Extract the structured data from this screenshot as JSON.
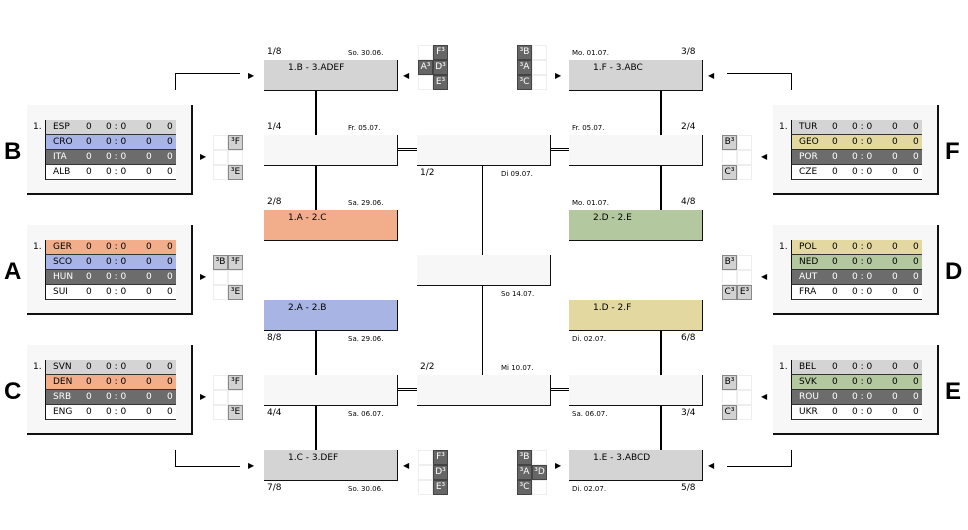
{
  "groups": [
    {
      "letter": "B",
      "rank": "1.",
      "rows": [
        {
          "team": "ESP",
          "pts": "0",
          "goals": "0 : 0",
          "diff": "0",
          "gp": "0",
          "color": "#d4d4d4"
        },
        {
          "team": "CRO",
          "pts": "0",
          "goals": "0 : 0",
          "diff": "0",
          "gp": "0",
          "color": "#a8b4e4"
        },
        {
          "team": "ITA",
          "pts": "0",
          "goals": "0 : 0",
          "diff": "0",
          "gp": "0",
          "color": "#6c6c6c"
        },
        {
          "team": "ALB",
          "pts": "0",
          "goals": "0 : 0",
          "diff": "0",
          "gp": "0",
          "color": "#ffffff"
        }
      ],
      "qual": [
        [
          {
            "t": ""
          },
          {
            "t": "³F",
            "s": "light"
          }
        ],
        [
          {
            "t": ""
          },
          {
            "t": ""
          }
        ],
        [
          {
            "t": ""
          },
          {
            "t": "³E",
            "s": "light"
          }
        ]
      ]
    },
    {
      "letter": "A",
      "rank": "1.",
      "rows": [
        {
          "team": "GER",
          "pts": "0",
          "goals": "0 : 0",
          "diff": "0",
          "gp": "0",
          "color": "#f2ae8a"
        },
        {
          "team": "SCO",
          "pts": "0",
          "goals": "0 : 0",
          "diff": "0",
          "gp": "0",
          "color": "#a8b4e4"
        },
        {
          "team": "HUN",
          "pts": "0",
          "goals": "0 : 0",
          "diff": "0",
          "gp": "0",
          "color": "#6c6c6c"
        },
        {
          "team": "SUI",
          "pts": "0",
          "goals": "0 : 0",
          "diff": "0",
          "gp": "0",
          "color": "#ffffff"
        }
      ],
      "qual": [
        [
          {
            "t": "³B",
            "s": "light"
          },
          {
            "t": "³F",
            "s": "light"
          }
        ],
        [
          {
            "t": ""
          },
          {
            "t": ""
          }
        ],
        [
          {
            "t": ""
          },
          {
            "t": "³E",
            "s": "light"
          }
        ]
      ]
    },
    {
      "letter": "C",
      "rank": "1.",
      "rows": [
        {
          "team": "SVN",
          "pts": "0",
          "goals": "0 : 0",
          "diff": "0",
          "gp": "0",
          "color": "#d4d4d4"
        },
        {
          "team": "DEN",
          "pts": "0",
          "goals": "0 : 0",
          "diff": "0",
          "gp": "0",
          "color": "#f2ae8a"
        },
        {
          "team": "SRB",
          "pts": "0",
          "goals": "0 : 0",
          "diff": "0",
          "gp": "0",
          "color": "#6c6c6c"
        },
        {
          "team": "ENG",
          "pts": "0",
          "goals": "0 : 0",
          "diff": "0",
          "gp": "0",
          "color": "#ffffff"
        }
      ],
      "qual": [
        [
          {
            "t": ""
          },
          {
            "t": "³F",
            "s": "light"
          }
        ],
        [
          {
            "t": ""
          },
          {
            "t": ""
          }
        ],
        [
          {
            "t": ""
          },
          {
            "t": "³E",
            "s": "light"
          }
        ]
      ]
    },
    {
      "letter": "F",
      "rank": "1.",
      "rows": [
        {
          "team": "TUR",
          "pts": "0",
          "goals": "0 : 0",
          "diff": "0",
          "gp": "0",
          "color": "#d4d4d4"
        },
        {
          "team": "GEO",
          "pts": "0",
          "goals": "0 : 0",
          "diff": "0",
          "gp": "0",
          "color": "#e2d8a0"
        },
        {
          "team": "POR",
          "pts": "0",
          "goals": "0 : 0",
          "diff": "0",
          "gp": "0",
          "color": "#6c6c6c"
        },
        {
          "team": "CZE",
          "pts": "0",
          "goals": "0 : 0",
          "diff": "0",
          "gp": "0",
          "color": "#ffffff"
        }
      ],
      "qual": [
        [
          {
            "t": "B³",
            "s": "light"
          },
          {
            "t": ""
          }
        ],
        [
          {
            "t": ""
          },
          {
            "t": ""
          }
        ],
        [
          {
            "t": "C³",
            "s": "light"
          },
          {
            "t": ""
          }
        ]
      ]
    },
    {
      "letter": "D",
      "rank": "1.",
      "rows": [
        {
          "team": "POL",
          "pts": "0",
          "goals": "0 : 0",
          "diff": "0",
          "gp": "0",
          "color": "#e2d8a0"
        },
        {
          "team": "NED",
          "pts": "0",
          "goals": "0 : 0",
          "diff": "0",
          "gp": "0",
          "color": "#b4c8a0"
        },
        {
          "team": "AUT",
          "pts": "0",
          "goals": "0 : 0",
          "diff": "0",
          "gp": "0",
          "color": "#6c6c6c"
        },
        {
          "team": "FRA",
          "pts": "0",
          "goals": "0 : 0",
          "diff": "0",
          "gp": "0",
          "color": "#ffffff"
        }
      ],
      "qual": [
        [
          {
            "t": "B³",
            "s": "light"
          },
          {
            "t": ""
          }
        ],
        [
          {
            "t": ""
          },
          {
            "t": ""
          }
        ],
        [
          {
            "t": "C³",
            "s": "light"
          },
          {
            "t": "E³",
            "s": "light"
          }
        ]
      ]
    },
    {
      "letter": "E",
      "rank": "1.",
      "rows": [
        {
          "team": "BEL",
          "pts": "0",
          "goals": "0 : 0",
          "diff": "0",
          "gp": "0",
          "color": "#d4d4d4"
        },
        {
          "team": "SVK",
          "pts": "0",
          "goals": "0 : 0",
          "diff": "0",
          "gp": "0",
          "color": "#b4c8a0"
        },
        {
          "team": "ROU",
          "pts": "0",
          "goals": "0 : 0",
          "diff": "0",
          "gp": "0",
          "color": "#6c6c6c"
        },
        {
          "team": "UKR",
          "pts": "0",
          "goals": "0 : 0",
          "diff": "0",
          "gp": "0",
          "color": "#ffffff"
        }
      ],
      "qual": [
        [
          {
            "t": "B³",
            "s": "light"
          },
          {
            "t": ""
          }
        ],
        [
          {
            "t": ""
          },
          {
            "t": ""
          }
        ],
        [
          {
            "t": "C³",
            "s": "light"
          },
          {
            "t": ""
          }
        ]
      ]
    }
  ],
  "matches": [
    {
      "id": "1/8",
      "date": "So. 30.06.",
      "pairing": "1.B  -  3.ADEF",
      "color": "#d4d4d4"
    },
    {
      "id": "1/4",
      "date": "Fr. 05.07.",
      "pairing": "",
      "color": "#f7f7f7"
    },
    {
      "id": "2/8",
      "date": "Sa. 29.06.",
      "pairing": "1.A  -  2.C",
      "color": "#f2ae8a"
    },
    {
      "id": "8/8",
      "date": "Sa. 29.06.",
      "pairing": "2.A  -  2.B",
      "color": "#a8b4e4"
    },
    {
      "id": "4/4",
      "date": "Sa. 06.07.",
      "pairing": "",
      "color": "#f7f7f7"
    },
    {
      "id": "7/8",
      "date": "So. 30.06.",
      "pairing": "1.C  -  3.DEF",
      "color": "#d4d4d4"
    },
    {
      "id": "3/8",
      "date": "Mo. 01.07.",
      "pairing": "1.F  -  3.ABC",
      "color": "#d4d4d4"
    },
    {
      "id": "2/4",
      "date": "Fr. 05.07.",
      "pairing": "",
      "color": "#f7f7f7"
    },
    {
      "id": "4/8",
      "date": "Mo. 01.07.",
      "pairing": "2.D  -  2.E",
      "color": "#b4c8a0"
    },
    {
      "id": "6/8",
      "date": "Di. 02.07.",
      "pairing": "1.D  -  2.F",
      "color": "#e2d8a0"
    },
    {
      "id": "3/4",
      "date": "Sa. 06.07.",
      "pairing": "",
      "color": "#f7f7f7"
    },
    {
      "id": "5/8",
      "date": "Di. 02.07.",
      "pairing": "1.E  -  3.ABCD",
      "color": "#d4d4d4"
    },
    {
      "id": "1/2",
      "date": "Di 09.07.",
      "pairing": "",
      "color": "#f7f7f7"
    },
    {
      "id": "",
      "date": "So 14.07.",
      "pairing": "",
      "color": "#f7f7f7"
    },
    {
      "id": "2/2",
      "date": "Mi 10.07.",
      "pairing": "",
      "color": "#f7f7f7"
    }
  ],
  "third_grids": [
    [
      [
        {
          "t": ""
        },
        {
          "t": "F³",
          "s": "dark"
        }
      ],
      [
        {
          "t": "A³",
          "s": "dark"
        },
        {
          "t": "D³",
          "s": "dark"
        }
      ],
      [
        {
          "t": ""
        },
        {
          "t": "E³",
          "s": "dark"
        }
      ]
    ],
    [
      [
        {
          "t": "³B",
          "s": "dark"
        },
        {
          "t": ""
        }
      ],
      [
        {
          "t": "³A",
          "s": "dark"
        },
        {
          "t": ""
        }
      ],
      [
        {
          "t": "³C",
          "s": "dark"
        },
        {
          "t": ""
        }
      ]
    ],
    [
      [
        {
          "t": ""
        },
        {
          "t": "F³",
          "s": "dark"
        }
      ],
      [
        {
          "t": ""
        },
        {
          "t": "D³",
          "s": "dark"
        }
      ],
      [
        {
          "t": ""
        },
        {
          "t": "E³",
          "s": "dark"
        }
      ]
    ],
    [
      [
        {
          "t": "³B",
          "s": "dark"
        },
        {
          "t": ""
        }
      ],
      [
        {
          "t": "³A",
          "s": "dark"
        },
        {
          "t": "³D",
          "s": "dark"
        }
      ],
      [
        {
          "t": "³C",
          "s": "dark"
        },
        {
          "t": ""
        }
      ]
    ]
  ],
  "arrows": {
    "right": "▶",
    "left": "◀"
  }
}
